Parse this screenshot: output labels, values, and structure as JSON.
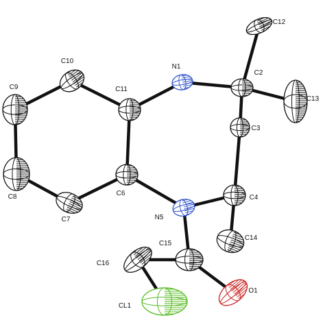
{
  "figure": {
    "atoms": [
      {
        "id": "C12",
        "label": "C12",
        "color": "#111111"
      },
      {
        "id": "C2",
        "label": "C2",
        "color": "#111111"
      },
      {
        "id": "C13",
        "label": "C13",
        "color": "#111111"
      },
      {
        "id": "N1",
        "label": "N1",
        "color": "#3355cc"
      },
      {
        "id": "C10",
        "label": "C10",
        "color": "#111111"
      },
      {
        "id": "C9",
        "label": "C9",
        "color": "#111111"
      },
      {
        "id": "C11",
        "label": "C11",
        "color": "#111111"
      },
      {
        "id": "C3",
        "label": "C3",
        "color": "#111111"
      },
      {
        "id": "C8",
        "label": "C8",
        "color": "#111111"
      },
      {
        "id": "C6",
        "label": "C6",
        "color": "#111111"
      },
      {
        "id": "C4",
        "label": "C4",
        "color": "#111111"
      },
      {
        "id": "C7",
        "label": "C7",
        "color": "#111111"
      },
      {
        "id": "N5",
        "label": "N5",
        "color": "#3355cc"
      },
      {
        "id": "C14",
        "label": "C14",
        "color": "#111111"
      },
      {
        "id": "C15",
        "label": "C15",
        "color": "#111111"
      },
      {
        "id": "C16",
        "label": "C16",
        "color": "#111111"
      },
      {
        "id": "O1",
        "label": "O1",
        "color": "#cc2222"
      },
      {
        "id": "CL1",
        "label": "CL1",
        "color": "#55bb22"
      }
    ],
    "bonds": [
      [
        "C12",
        "C2"
      ],
      [
        "C2",
        "C13"
      ],
      [
        "N1",
        "C2"
      ],
      [
        "C2",
        "C3"
      ],
      [
        "C11",
        "N1"
      ],
      [
        "C10",
        "C11"
      ],
      [
        "C9",
        "C10"
      ],
      [
        "C9",
        "C8"
      ],
      [
        "C8",
        "C7"
      ],
      [
        "C7",
        "C6"
      ],
      [
        "C6",
        "C11"
      ],
      [
        "C6",
        "N5"
      ],
      [
        "C3",
        "C4"
      ],
      [
        "N5",
        "C4"
      ],
      [
        "C4",
        "C14"
      ],
      [
        "N5",
        "C15"
      ],
      [
        "C15",
        "C16"
      ],
      [
        "C15",
        "O1"
      ],
      [
        "C16",
        "CL1"
      ]
    ]
  }
}
